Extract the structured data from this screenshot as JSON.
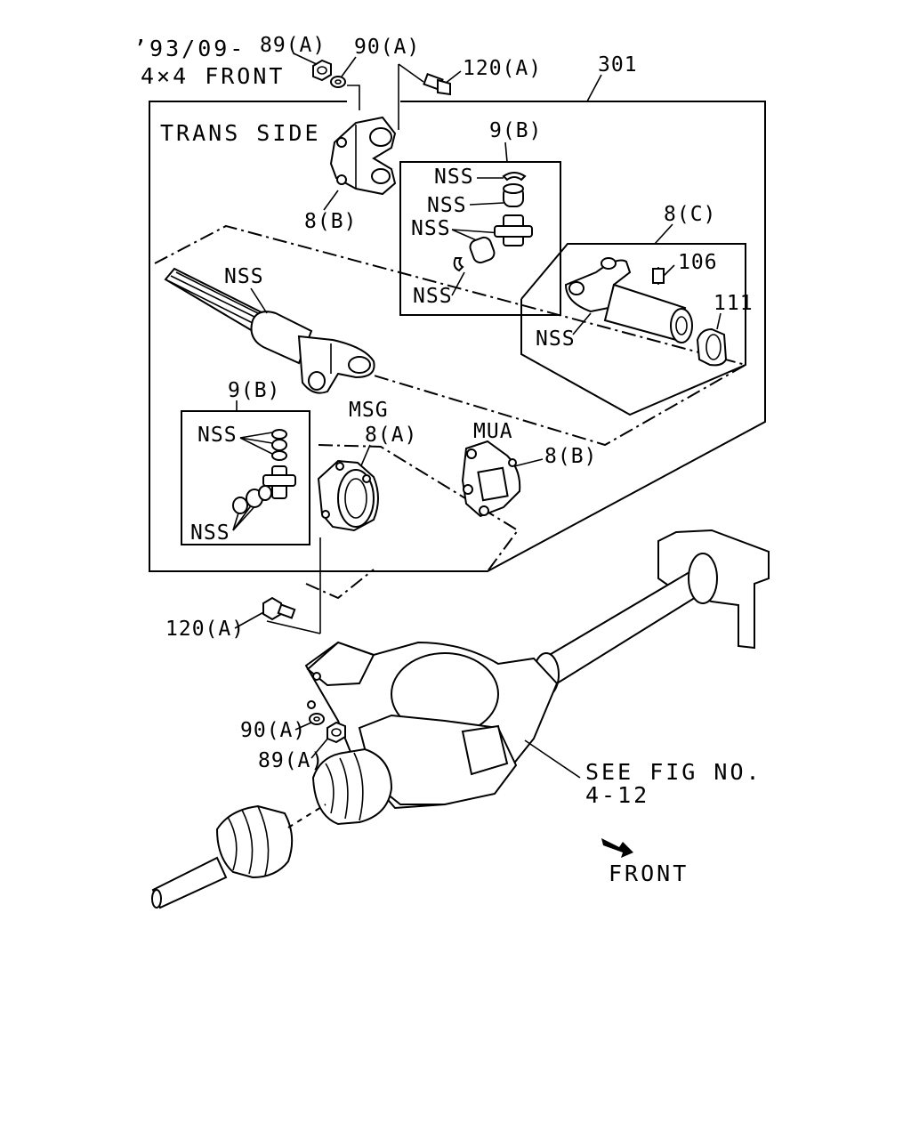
{
  "header": {
    "date_code": "’93/09-",
    "variant": "4×4 FRONT"
  },
  "labels": {
    "l_89a_top": "89(A)",
    "l_90a_top": "90(A)",
    "l_120a_top": "120(A)",
    "l_301": "301",
    "trans_side": "TRANS SIDE",
    "l_9b_top": "9(B)",
    "nss_1": "NSS",
    "nss_2": "NSS",
    "nss_3": "NSS",
    "nss_4": "NSS",
    "l_8b_top": "8(B)",
    "l_8c": "8(C)",
    "l_106": "106",
    "l_111": "111",
    "nss_shaft": "NSS",
    "nss_yoke_c": "NSS",
    "l_9b_left": "9(B)",
    "nss_5": "NSS",
    "nss_6": "NSS",
    "msg": "MSG",
    "l_8a": "8(A)",
    "mua": "MUA",
    "l_8b_mid": "8(B)",
    "l_120a_mid": "120(A)",
    "l_90a_bot": "90(A)",
    "l_89a_bot": "89(A)",
    "see_fig_1": "SEE FIG NO.",
    "see_fig_2": "4-12",
    "front": "FRONT"
  },
  "icons": {
    "front_arrow": "front-direction-arrow"
  }
}
